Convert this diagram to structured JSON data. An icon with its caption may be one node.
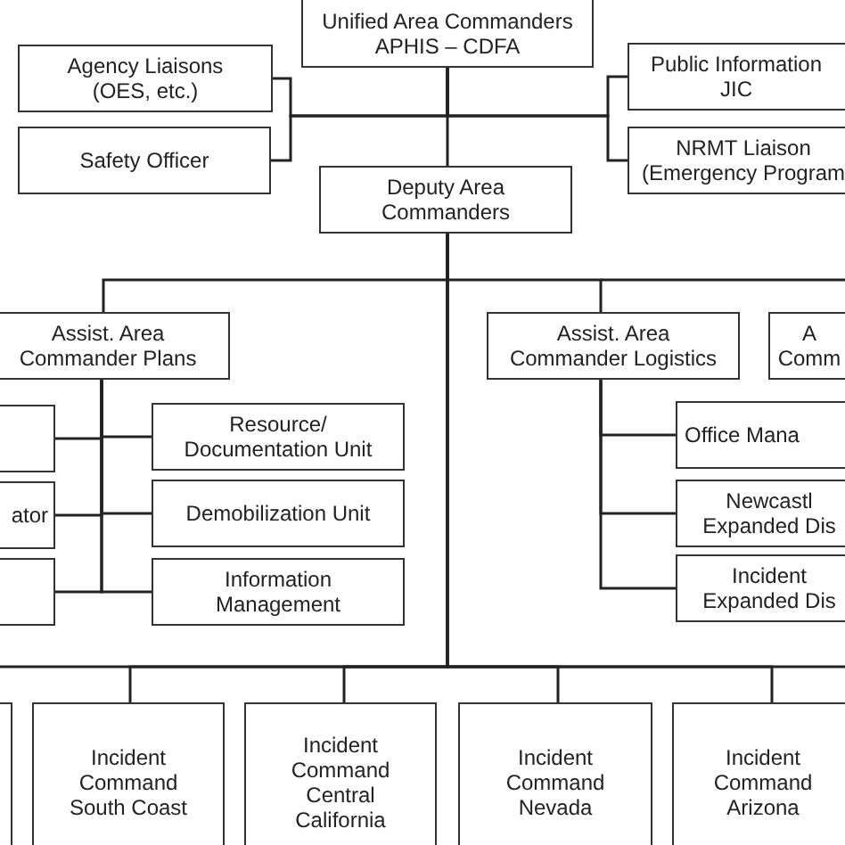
{
  "diagram": {
    "nodes": [
      {
        "text": [
          "Unified Area Commanders APHIS – CDFA"
        ]
      },
      {
        "text": [
          "Agency Liaisons (OES, etc.)"
        ]
      },
      {
        "text": [
          "Public Information JIC"
        ]
      },
      {
        "text": [
          "Safety Officer"
        ]
      },
      {
        "text": [
          "NRMT Liaison (Emergency Program"
        ]
      },
      {
        "text": [
          "Deputy Area Commanders"
        ]
      },
      {
        "text": [
          "Assist. Area Commander Plans"
        ]
      },
      {
        "text": [
          "Assist. Area Commander Logistics"
        ]
      },
      {
        "text": [
          "A Comm"
        ]
      },
      {
        "text": [],
        "shape": "box"
      },
      {
        "text": [
          "Resource/ Documentation Unit"
        ]
      },
      {
        "text": [
          "Office Mana"
        ]
      },
      {
        "text": [
          "ator"
        ]
      },
      {
        "text": [
          "Demobilization Unit"
        ]
      },
      {
        "text": [
          "Newcastl Expanded Dis"
        ]
      },
      {
        "text": [],
        "shape": "box"
      },
      {
        "text": [
          "Information Management"
        ]
      },
      {
        "text": [
          "Incident Expanded Dis"
        ]
      },
      {
        "text": [],
        "shape": "box"
      },
      {
        "text": [
          "Incident Command South Coast"
        ]
      },
      {
        "text": [
          "Incident Command Central California"
        ]
      },
      {
        "text": [
          "Incident Command Nevada"
        ]
      },
      {
        "text": [
          "Incident Command Arizona"
        ]
      }
    ],
    "edges": [
      {
        "from": 0,
        "to": 1,
        "arrow": "none"
      },
      {
        "from": 0,
        "to": 3,
        "arrow": "none"
      },
      {
        "from": 0,
        "to": 2,
        "arrow": "none"
      },
      {
        "from": 0,
        "to": 4,
        "arrow": "none"
      },
      {
        "from": 0,
        "to": 5,
        "arrow": "none"
      },
      {
        "from": 5,
        "to": 6,
        "arrow": "none"
      },
      {
        "from": 5,
        "to": 7,
        "arrow": "none"
      },
      {
        "from": 6,
        "to": 9,
        "arrow": "none"
      },
      {
        "from": 6,
        "to": 12,
        "arrow": "none"
      },
      {
        "from": 6,
        "to": 15,
        "arrow": "none"
      },
      {
        "from": 6,
        "to": 10,
        "arrow": "none"
      },
      {
        "from": 6,
        "to": 13,
        "arrow": "none"
      },
      {
        "from": 6,
        "to": 16,
        "arrow": "none"
      },
      {
        "from": 7,
        "to": 11,
        "arrow": "none"
      },
      {
        "from": 7,
        "to": 14,
        "arrow": "none"
      },
      {
        "from": 7,
        "to": 17,
        "arrow": "none"
      },
      {
        "from": 5,
        "to": 19,
        "arrow": "none"
      },
      {
        "from": 5,
        "to": 20,
        "arrow": "none"
      },
      {
        "from": 5,
        "to": 21,
        "arrow": "none"
      },
      {
        "from": 5,
        "to": 22,
        "arrow": "none"
      }
    ]
  }
}
